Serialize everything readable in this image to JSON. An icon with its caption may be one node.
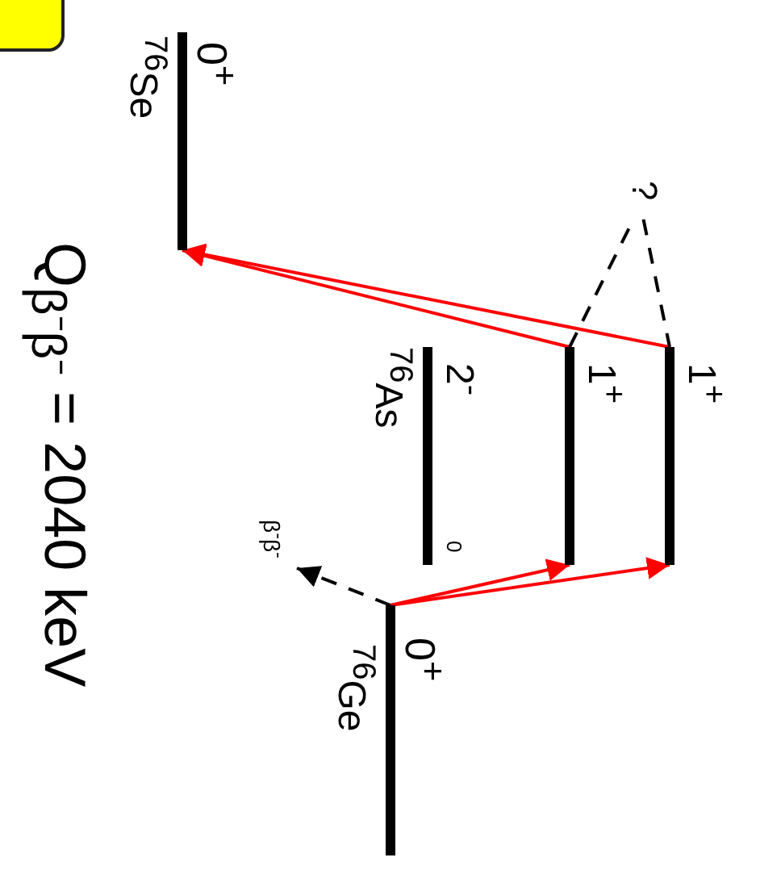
{
  "diagram": {
    "nodes": [
      {
        "text": [
          "0$^{+}$",
          "$^{76}$Se"
        ]
      },
      {
        "text": [
          "2$^{-}$",
          "0",
          "$^{76}$As"
        ]
      },
      {
        "text": [
          "1$^{+}$"
        ]
      },
      {
        "text": [
          "1$^{+}$"
        ]
      },
      {
        "text": [
          "?"
        ]
      },
      {
        "text": [
          "0$^{+}$",
          "$^{76}$Ge"
        ]
      }
    ],
    "edges": [
      {
        "from": 5,
        "to": 2,
        "arrow": "to",
        "color": "#ff0000"
      },
      {
        "from": 5,
        "to": 3,
        "arrow": "to",
        "color": "#ff0000"
      },
      {
        "from": 2,
        "to": 0,
        "arrow": "to",
        "color": "#ff0000"
      },
      {
        "from": 3,
        "to": 0,
        "arrow": "to",
        "color": "#ff0000"
      },
      {
        "from": 2,
        "to": 4,
        "arrow": "none",
        "style": "dashed",
        "color": "#000000"
      },
      {
        "from": 4,
        "to": 3,
        "arrow": "none",
        "style": "dashed",
        "color": "#000000"
      },
      {
        "from": 5,
        "to": null,
        "arrow": "to",
        "style": "dashed",
        "color": "#000000",
        "label": "β$^{-}$β$^{-}$"
      }
    ],
    "labels": [
      "Q$_{β⁻β⁻}$ = 2040 keV"
    ]
  }
}
